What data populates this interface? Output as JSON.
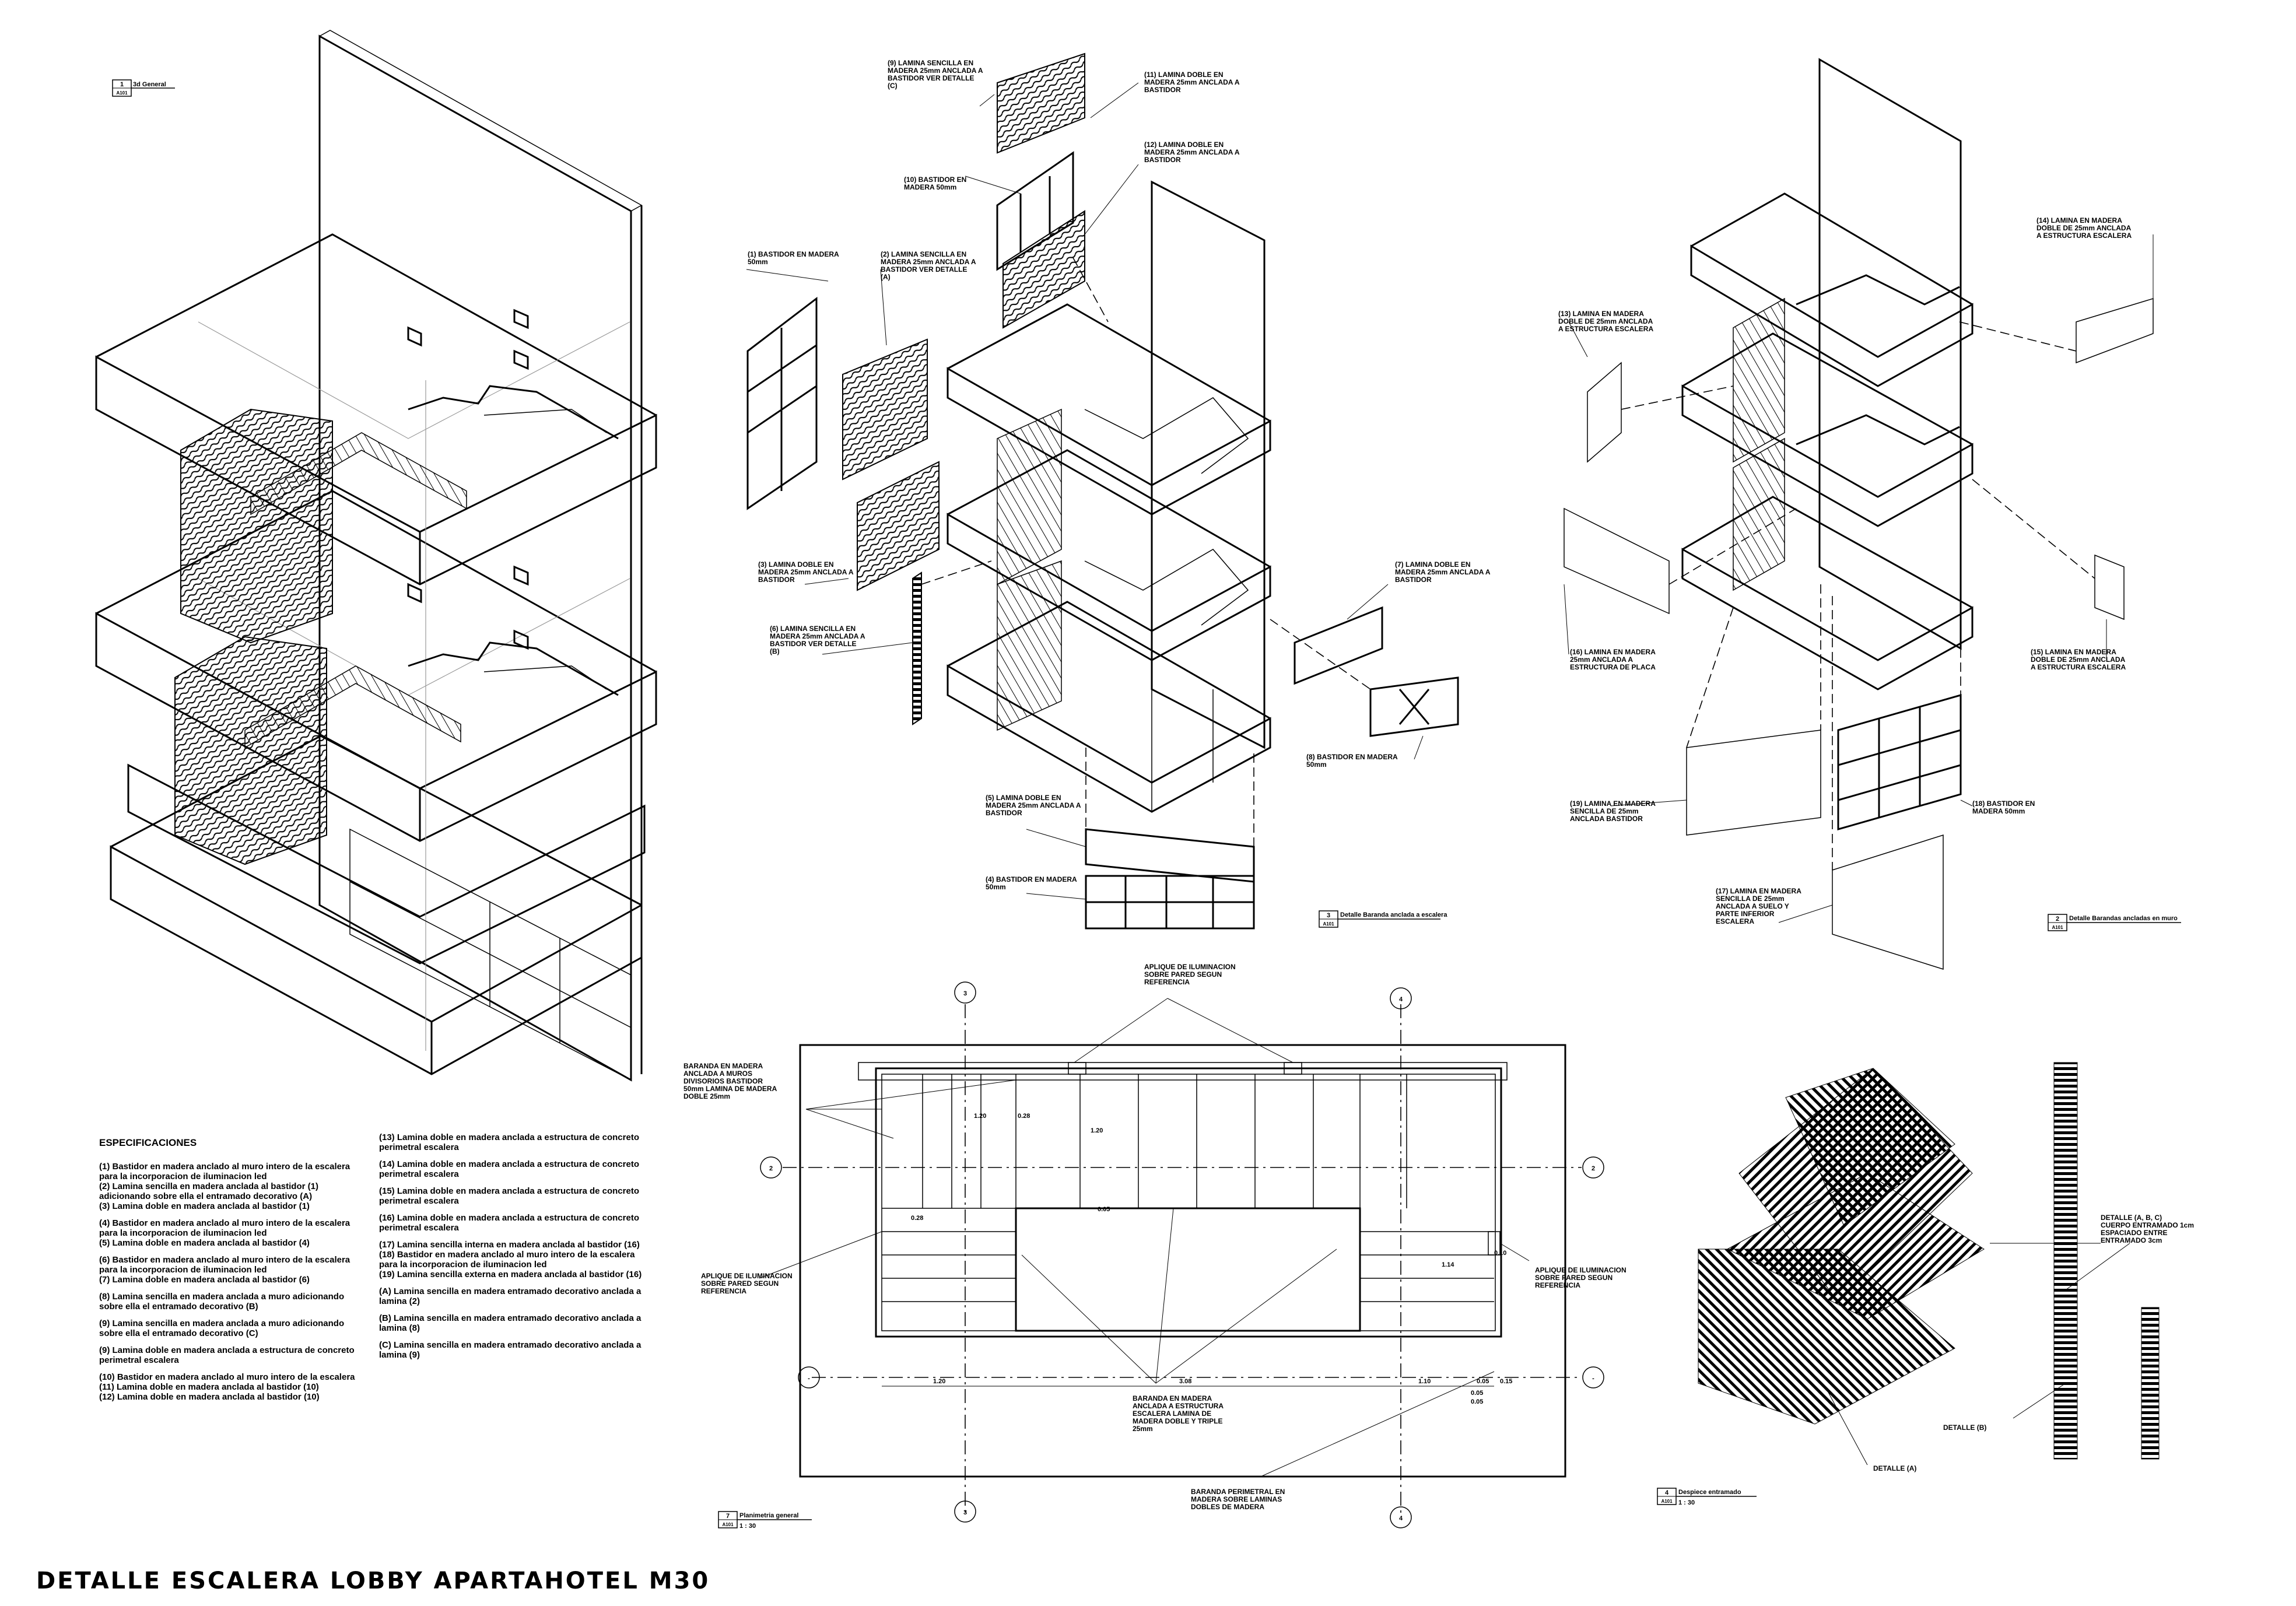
{
  "sheet_title": "DETALLE ESCALERA LOBBY APARTAHOTEL M30",
  "view_titles": [
    {
      "num": "1",
      "sheet": "A101",
      "name": "3d General",
      "scale": ""
    },
    {
      "num": "3",
      "sheet": "A101",
      "name": "Detalle Baranda anclada a escalera",
      "scale": ""
    },
    {
      "num": "2",
      "sheet": "A101",
      "name": "Detalle Barandas ancladas en muro",
      "scale": ""
    },
    {
      "num": "7",
      "sheet": "A101",
      "name": "Planimetria general",
      "scale": "1 : 30"
    },
    {
      "num": "4",
      "sheet": "A101",
      "name": "Despiece entramado",
      "scale": "1 : 30"
    }
  ],
  "exploded_center_callouts": [
    "(9) LAMINA SENCILLA EN MADERA 25mm ANCLADA A BASTIDOR VER DETALLE (C)",
    "(11) LAMINA DOBLE EN MADERA 25mm ANCLADA A BASTIDOR",
    "(12) LAMINA DOBLE EN MADERA 25mm ANCLADA A BASTIDOR",
    "(10) BASTIDOR EN MADERA 50mm",
    "(1) BASTIDOR EN MADERA 50mm",
    "(2) LAMINA SENCILLA EN MADERA 25mm ANCLADA A BASTIDOR VER DETALLE (A)",
    "(3) LAMINA DOBLE EN MADERA 25mm ANCLADA A BASTIDOR",
    "(6) LAMINA SENCILLA EN MADERA 25mm ANCLADA A BASTIDOR VER DETALLE (B)",
    "(7) LAMINA DOBLE EN MADERA 25mm ANCLADA A BASTIDOR",
    "(8) BASTIDOR EN MADERA 50mm",
    "(5) LAMINA DOBLE EN MADERA 25mm ANCLADA A BASTIDOR",
    "(4) BASTIDOR EN MADERA 50mm"
  ],
  "exploded_right_callouts": [
    "(14) LAMINA EN MADERA DOBLE DE 25mm ANCLADA A ESTRUCTURA ESCALERA",
    "(13) LAMINA EN MADERA DOBLE DE 25mm ANCLADA A ESTRUCTURA ESCALERA",
    "(16) LAMINA EN MADERA 25mm ANCLADA A ESTRUCTURA DE PLACA",
    "(15) LAMINA EN MADERA DOBLE DE 25mm ANCLADA A ESTRUCTURA ESCALERA",
    "(19) LAMINA EN MADERA SENCILLA DE 25mm ANCLADA BASTIDOR",
    "(18) BASTIDOR EN MADERA 50mm",
    "(17) LAMINA EN MADERA SENCILLA DE 25mm ANCLADA A SUELO Y PARTE INFERIOR ESCALERA"
  ],
  "plan": {
    "grid_labels": [
      "3",
      "4",
      "2",
      "2",
      "-",
      "-",
      "3",
      "4"
    ],
    "dims": [
      "1.20",
      "0.28",
      "1.20",
      "0.28",
      "0.05",
      "1.14",
      "1.20",
      "3.08",
      "1.10",
      "0.05",
      "0.15",
      "0.05",
      "0.05",
      "0.10"
    ],
    "callouts": [
      "APLIQUE DE ILUMINACION SOBRE PARED SEGUN REFERENCIA",
      "BARANDA EN MADERA ANCLADA A MUROS DIVISORIOS BASTIDOR 50mm LAMINA DE MADERA DOBLE 25mm",
      "APLIQUE DE ILUMINACION SOBRE PARED SEGUN REFERENCIA",
      "APLIQUE DE ILUMINACION SOBRE PARED SEGUN REFERENCIA",
      "BARANDA EN MADERA ANCLADA A ESTRUCTURA ESCALERA LAMINA DE MADERA DOBLE Y TRIPLE 25mm",
      "BARANDA PERIMETRAL EN MADERA SOBRE LAMINAS DOBLES DE MADERA"
    ]
  },
  "pattern": {
    "callouts": [
      "DETALLE (A, B, C) CUERPO ENTRAMADO 1cm ESPACIADO ENTRE ENTRAMADO 3cm",
      "DETALLE (B)",
      "DETALLE (A)"
    ]
  },
  "specs_heading": "ESPECIFICACIONES",
  "specs_col1": [
    "(1) Bastidor en madera anclado al muro intero de la escalera para la incorporacion de iluminacion led\n(2) Lamina sencilla en madera anclada al bastidor (1) adicionando sobre ella el entramado decorativo (A)\n(3) Lamina doble en madera anclada al bastidor (1)",
    "(4) Bastidor en madera anclado al muro intero de la escalera para la incorporacion de iluminacion led\n(5) Lamina doble en madera anclada al bastidor (4)",
    "(6) Bastidor en madera anclado al muro intero de la escalera para la incorporacion de iluminacion led\n(7) Lamina doble en madera anclada al bastidor (6)",
    "(8) Lamina sencilla en madera anclada a muro adicionando sobre ella el entramado decorativo (B)",
    "(9) Lamina sencilla en madera anclada a muro adicionando sobre ella el entramado decorativo (C)",
    "(9) Lamina doble en madera anclada a estructura de concreto perimetral escalera",
    "(10) Bastidor en madera anclado al muro intero de la escalera\n(11) Lamina doble en madera anclada al bastidor (10)\n(12) Lamina doble en madera anclada al bastidor (10)"
  ],
  "specs_col2": [
    "(13) Lamina doble en madera anclada a estructura de concreto perimetral escalera",
    "(14) Lamina doble en madera anclada a estructura de concreto perimetral escalera",
    "(15) Lamina doble en madera anclada a estructura de concreto perimetral escalera",
    "(16) Lamina doble en madera anclada a estructura de concreto perimetral escalera",
    "(17) Lamina sencilla interna en madera anclada al bastidor (16)\n(18) Bastidor en madera anclado al muro intero de la escalera para la incorporacion de iluminacion led\n(19) Lamina sencilla externa en madera anclada al bastidor (16)",
    "(A) Lamina sencilla en madera entramado decorativo anclada a lamina (2)",
    "(B) Lamina sencilla en madera entramado decorativo anclada a lamina (8)",
    "(C) Lamina sencilla en madera entramado decorativo anclada a lamina (9)"
  ]
}
